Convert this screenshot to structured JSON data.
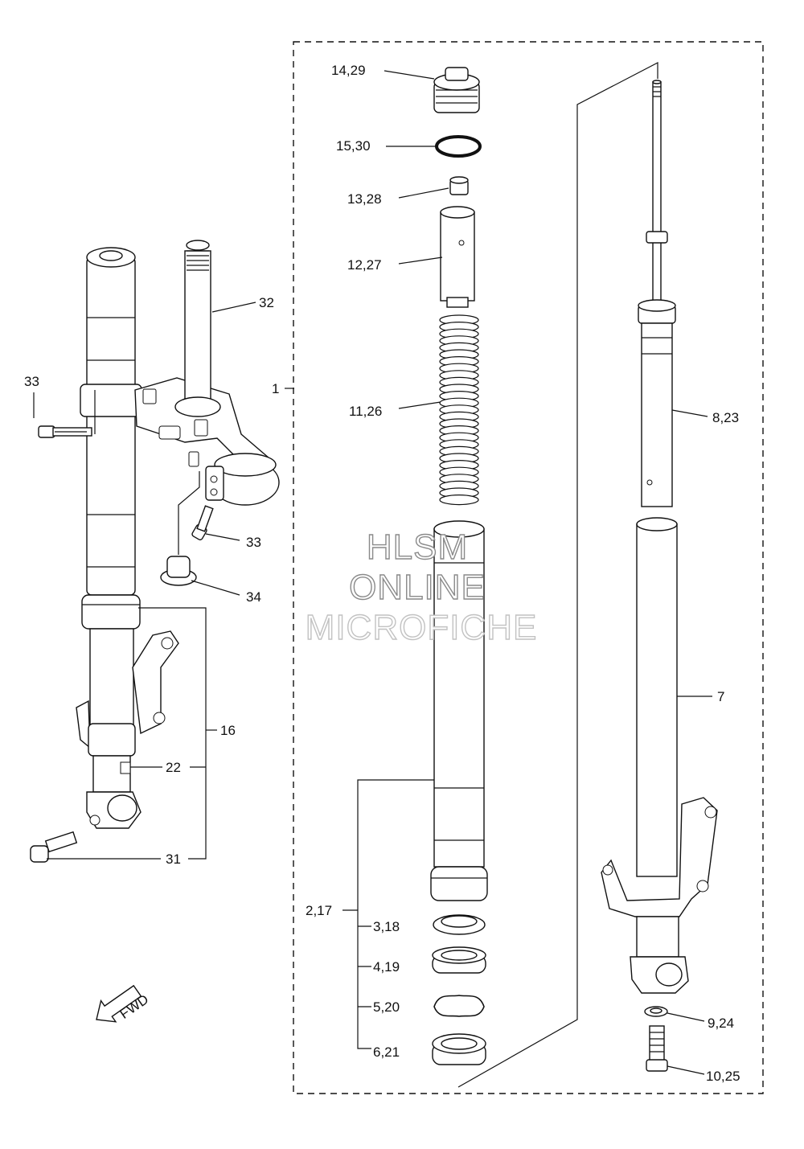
{
  "callouts": {
    "c1": "1",
    "c14_29": "14,29",
    "c15_30": "15,30",
    "c13_28": "13,28",
    "c12_27": "12,27",
    "c11_26": "11,26",
    "c8_23": "8,23",
    "c7": "7",
    "c2_17": "2,17",
    "c3_18": "3,18",
    "c4_19": "4,19",
    "c5_20": "5,20",
    "c6_21": "6,21",
    "c9_24": "9,24",
    "c10_25": "10,25",
    "c32": "32",
    "c33a": "33",
    "c33b": "33",
    "c34": "34",
    "c16": "16",
    "c22": "22",
    "c31": "31"
  },
  "fwd_label": "FWD",
  "watermark": {
    "line1": "HLSM",
    "line2": "ONLINE",
    "line3": "MICROFICHE"
  }
}
